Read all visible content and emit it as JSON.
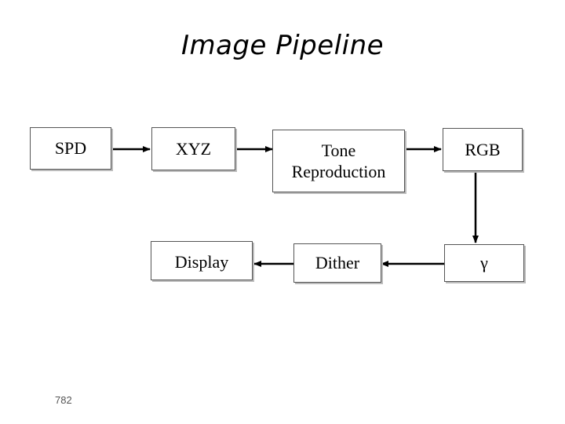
{
  "slide": {
    "title": "Image Pipeline",
    "page_number": "782"
  },
  "diagram": {
    "nodes": {
      "spd": "SPD",
      "xyz": "XYZ",
      "tone": "Tone\nReproduction",
      "rgb": "RGB",
      "display": "Display",
      "dither": "Dither",
      "gamma": "γ"
    },
    "edges": [
      {
        "from": "spd",
        "to": "xyz"
      },
      {
        "from": "xyz",
        "to": "tone"
      },
      {
        "from": "tone",
        "to": "rgb"
      },
      {
        "from": "rgb",
        "to": "gamma"
      },
      {
        "from": "gamma",
        "to": "dither"
      },
      {
        "from": "dither",
        "to": "display"
      }
    ]
  }
}
